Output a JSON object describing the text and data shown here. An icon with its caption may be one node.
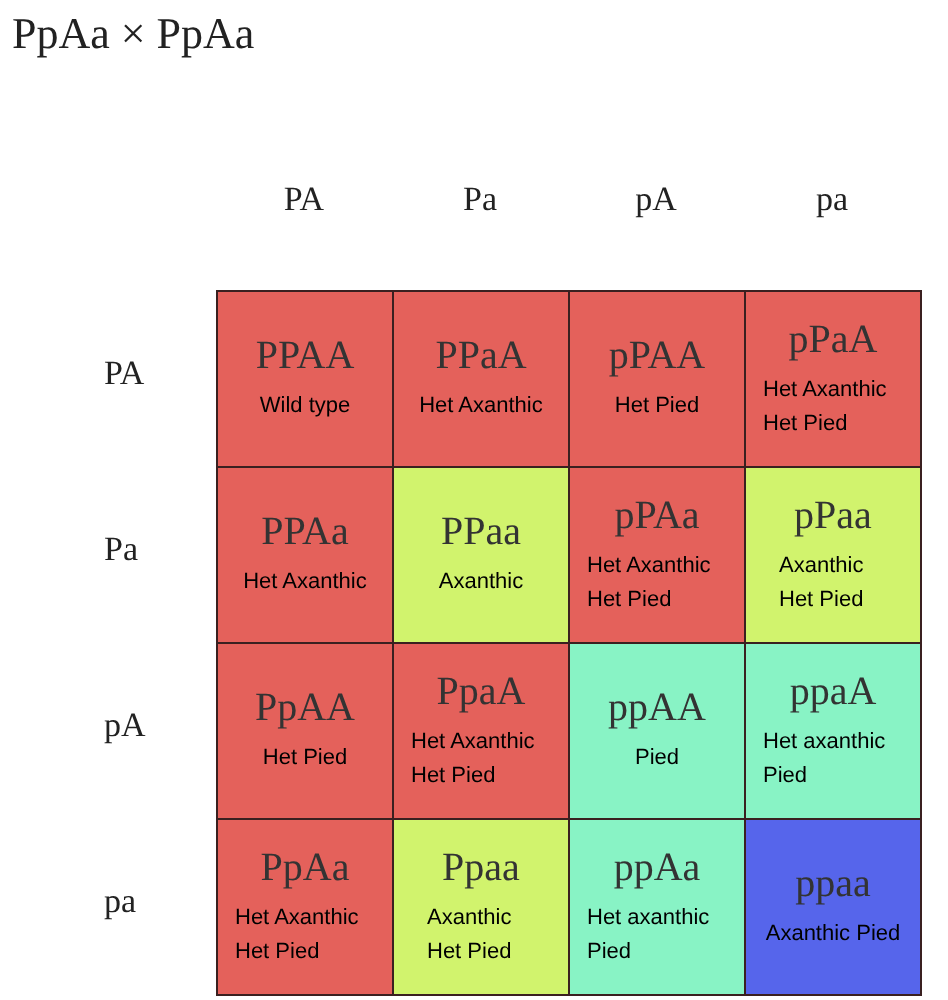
{
  "diagram": {
    "title": "PpAa × PpAa",
    "nodes": [
      {
        "text": [
          "PPAA",
          "Wild type"
        ]
      },
      {
        "text": [
          "PPaA",
          "Het Axanthic"
        ]
      },
      {
        "text": [
          "pPAA",
          "Het Pied"
        ]
      },
      {
        "text": [
          "pPaA",
          "Het Axanthic Het Pied"
        ]
      },
      {
        "text": [
          "PPAa",
          "Het Axanthic"
        ]
      },
      {
        "text": [
          "PPaa",
          "Axanthic"
        ]
      },
      {
        "text": [
          "pPAa",
          "Het Axanthic Het Pied"
        ]
      },
      {
        "text": [
          "pPaa",
          "Axanthic Het Pied"
        ]
      },
      {
        "text": [
          "PpAA",
          "Het Pied"
        ]
      },
      {
        "text": [
          "PpaA",
          "Het Axanthic Het Pied"
        ]
      },
      {
        "text": [
          "ppAA",
          "Pied"
        ]
      },
      {
        "text": [
          "ppaA",
          "Het axanthic Pied"
        ]
      },
      {
        "text": [
          "PpAa",
          "Het Axanthic Het Pied"
        ]
      },
      {
        "text": [
          "Ppaa",
          "Axanthic Het Pied"
        ]
      },
      {
        "text": [
          "ppAa",
          "Het axanthic Pied"
        ]
      },
      {
        "text": [
          "ppaa",
          "Axanthic Pied"
        ]
      }
    ],
    "labels": [
      "PA",
      "Pa",
      "pA",
      "pa",
      "PA",
      "Pa",
      "pA",
      "pa"
    ]
  }
}
